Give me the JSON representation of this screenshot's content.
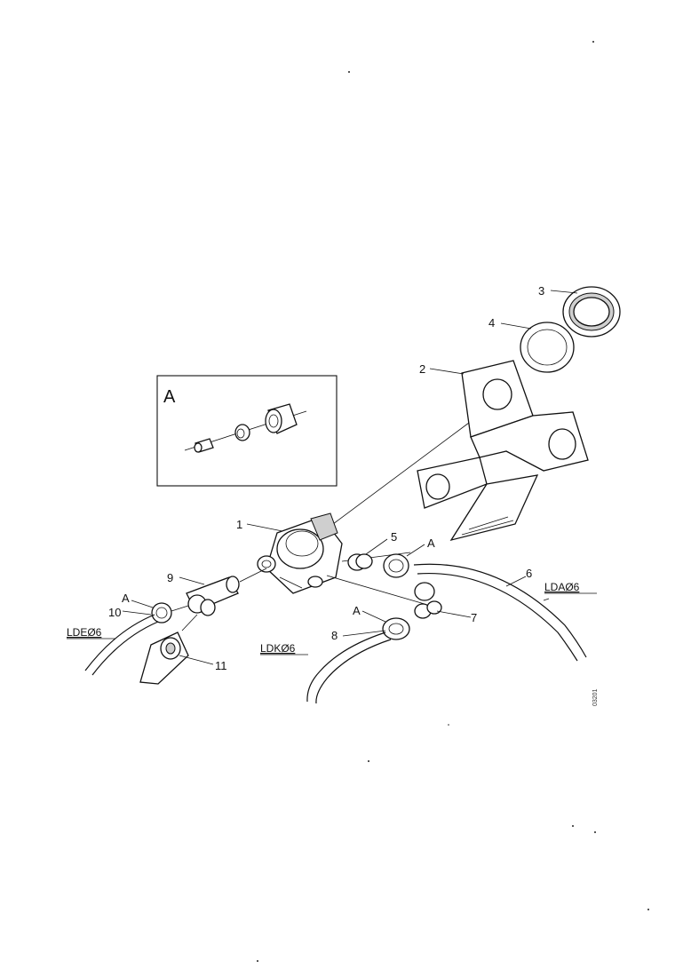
{
  "callouts": {
    "c1": "1",
    "c2": "2",
    "c3": "3",
    "c4": "4",
    "c5": "5",
    "c6": "6",
    "c7": "7",
    "c8": "8",
    "c9": "9",
    "c10": "10",
    "c11": "11",
    "a_upper": "A",
    "a_left": "A",
    "a_lower": "A"
  },
  "hose_labels": {
    "lda": "LDAØ6",
    "ldk": "LDKØ6",
    "lde": "LDEØ6"
  },
  "inset": {
    "title": "A"
  },
  "drawing_reference": "03201"
}
